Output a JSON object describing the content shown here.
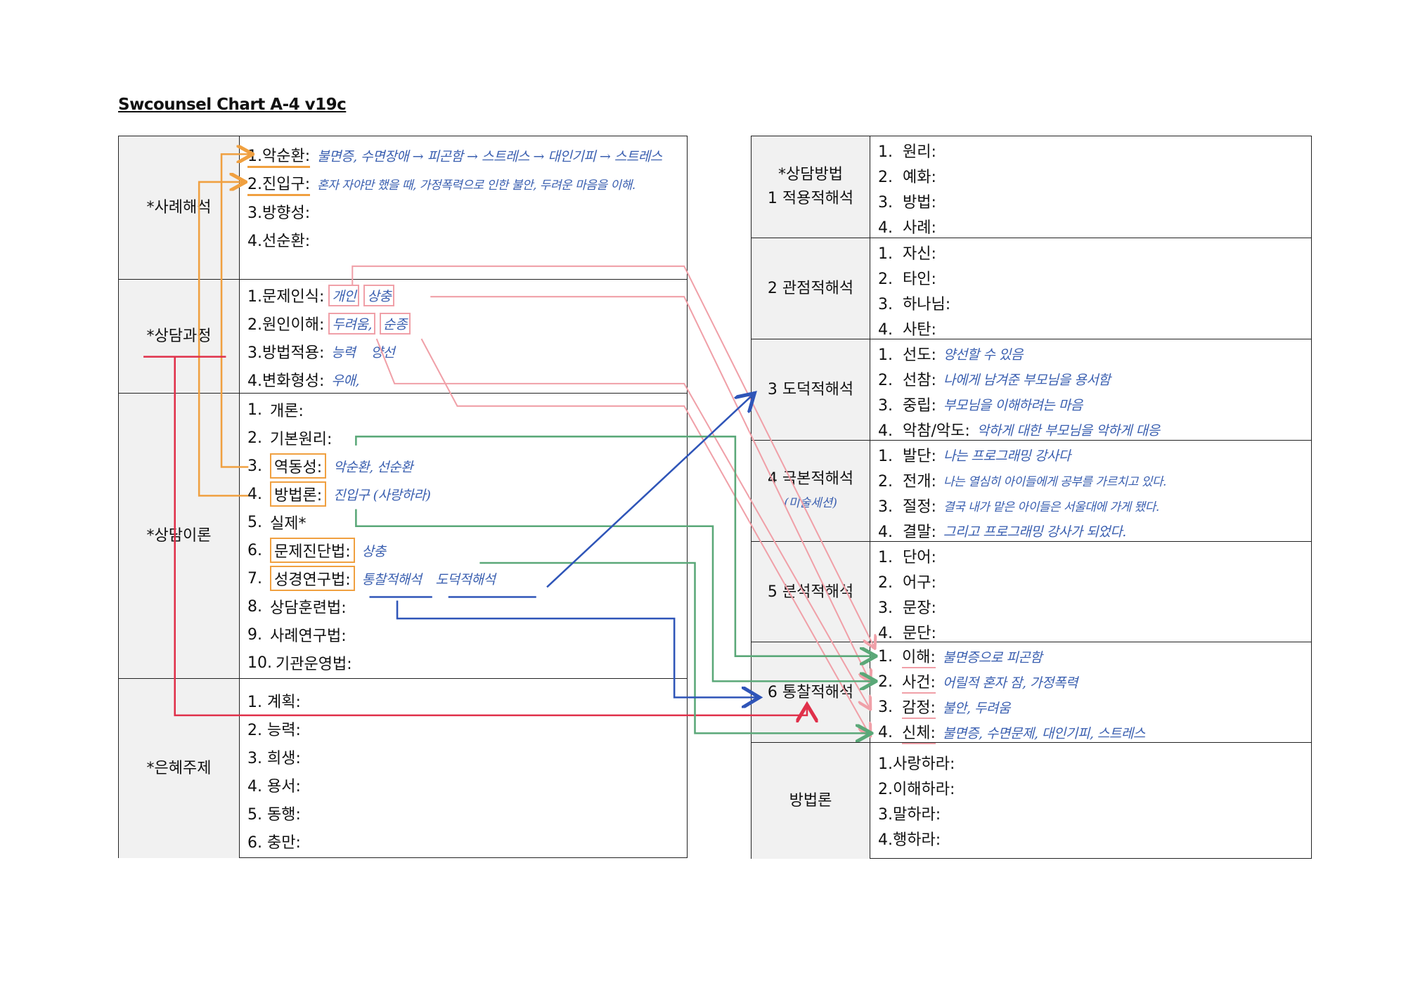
{
  "title": "Swcounsel Chart A-4 v19c",
  "left_table": [
    {
      "label": "*사례해석",
      "items": [
        {
          "label": "1.악순환:",
          "note": "불면증, 수면장애 → 피곤함 → 스트레스 → 대인기피 → 스트레스"
        },
        {
          "label": "2.진입구:",
          "note": "혼자 자야만 했을 때, 가정폭력으로 인한 불안, 두려운 마음을 이해."
        },
        {
          "label": "3.방향성:",
          "note": ""
        },
        {
          "label": "4.선순환:",
          "note": ""
        }
      ]
    },
    {
      "label": "*상담과정",
      "items": [
        {
          "label": "1.문제인식:",
          "notes": [
            "개인",
            "상충"
          ]
        },
        {
          "label": "2.원인이해:",
          "notes": [
            "두려움,",
            "순종"
          ]
        },
        {
          "label": "3.방법적용:",
          "notes": [
            "능력",
            "양선"
          ]
        },
        {
          "label": "4.변화형성:",
          "notes": [
            "우애,"
          ]
        }
      ]
    },
    {
      "label": "*상담이론",
      "items": [
        {
          "num": "1.",
          "label": "개론:",
          "note": ""
        },
        {
          "num": "2.",
          "label": "기본원리:",
          "note": ""
        },
        {
          "num": "3.",
          "label": "역동성:",
          "note": "악순환, 선순환"
        },
        {
          "num": "4.",
          "label": "방법론:",
          "note": "진입구 (사랑하라)"
        },
        {
          "num": "5.",
          "label": "실제*",
          "note": ""
        },
        {
          "num": "6.",
          "label": "문제진단법:",
          "note": "상충"
        },
        {
          "num": "7.",
          "label": "성경연구법:",
          "notes": [
            "통찰적해석",
            "도덕적해석"
          ]
        },
        {
          "num": "8.",
          "label": "상담훈련법:",
          "note": ""
        },
        {
          "num": "9.",
          "label": "사례연구법:",
          "note": ""
        },
        {
          "num": "10.",
          "label": "기관운영법:",
          "note": ""
        }
      ]
    },
    {
      "label": "*은혜주제",
      "items": [
        {
          "label": "1.  계획:"
        },
        {
          "label": "2.  능력:"
        },
        {
          "label": "3.  희생:"
        },
        {
          "label": "4.  용서:"
        },
        {
          "label": "5.  동행:"
        },
        {
          "label": "6.  충만:"
        }
      ]
    }
  ],
  "right_table": [
    {
      "label": [
        "*상담방법",
        "1 적용적해석"
      ],
      "items": [
        {
          "label": "1.  원리:"
        },
        {
          "label": "2.  예화:"
        },
        {
          "label": "3.  방법:"
        },
        {
          "label": "4.  사례:"
        }
      ]
    },
    {
      "label": [
        "2 관점적해석"
      ],
      "items": [
        {
          "label": "1.  자신:"
        },
        {
          "label": "2.  타인:"
        },
        {
          "label": "3.  하나님:"
        },
        {
          "label": "4.  사탄:"
        }
      ]
    },
    {
      "label": [
        "3 도덕적해석"
      ],
      "items": [
        {
          "label": "1.  선도:",
          "note": "양선할 수 있음"
        },
        {
          "label": "2.  선참:",
          "note": "나에게 남겨준 부모님을 용서함"
        },
        {
          "label": "3.  중립:",
          "note": "부모님을 이해하려는 마음"
        },
        {
          "label": "4.  악참/악도:",
          "note": "악하게 대한 부모님을 악하게 대응"
        }
      ]
    },
    {
      "label": [
        "4 극본적해석"
      ],
      "sub": "(미술세션)",
      "items": [
        {
          "label": "1.  발단:",
          "note": "나는 프로그래밍 강사다"
        },
        {
          "label": "2.  전개:",
          "note": "나는 열심히 아이들에게 공부를 가르치고 있다."
        },
        {
          "label": "3.  절정:",
          "note": "결국 내가 맡은 아이들은 서울대에 가게 됐다."
        },
        {
          "label": "4.  결말:",
          "note": "그리고 프로그래밍 강사가 되었다."
        }
      ]
    },
    {
      "label": [
        "5 분석적해석"
      ],
      "items": [
        {
          "label": "1.  단어:"
        },
        {
          "label": "2.  어구:"
        },
        {
          "label": "3.  문장:"
        },
        {
          "label": "4.  문단:"
        }
      ]
    },
    {
      "label": [
        "6 통찰적해석"
      ],
      "items": [
        {
          "num": "1.",
          "label": "이해:",
          "note": "불면증으로 피곤함"
        },
        {
          "num": "2.",
          "label": "사건:",
          "note": "어릴적 혼자 잠, 가정폭력"
        },
        {
          "num": "3.",
          "label": "감정:",
          "note": "불안, 두려움"
        },
        {
          "num": "4.",
          "label": "신체:",
          "note": "불면증, 수면문제, 대인기피, 스트레스"
        }
      ]
    },
    {
      "label": [
        "방법론"
      ],
      "items": [
        {
          "label": "1.사랑하라:"
        },
        {
          "label": "2.이해하라:"
        },
        {
          "label": "3.말하라:"
        },
        {
          "label": "4.행하라:"
        }
      ]
    }
  ],
  "colors": {
    "orange": "#f0a040",
    "pink": "#f0a0a8",
    "green": "#5aa878",
    "blue": "#2f55b8",
    "red": "#e0304a"
  }
}
